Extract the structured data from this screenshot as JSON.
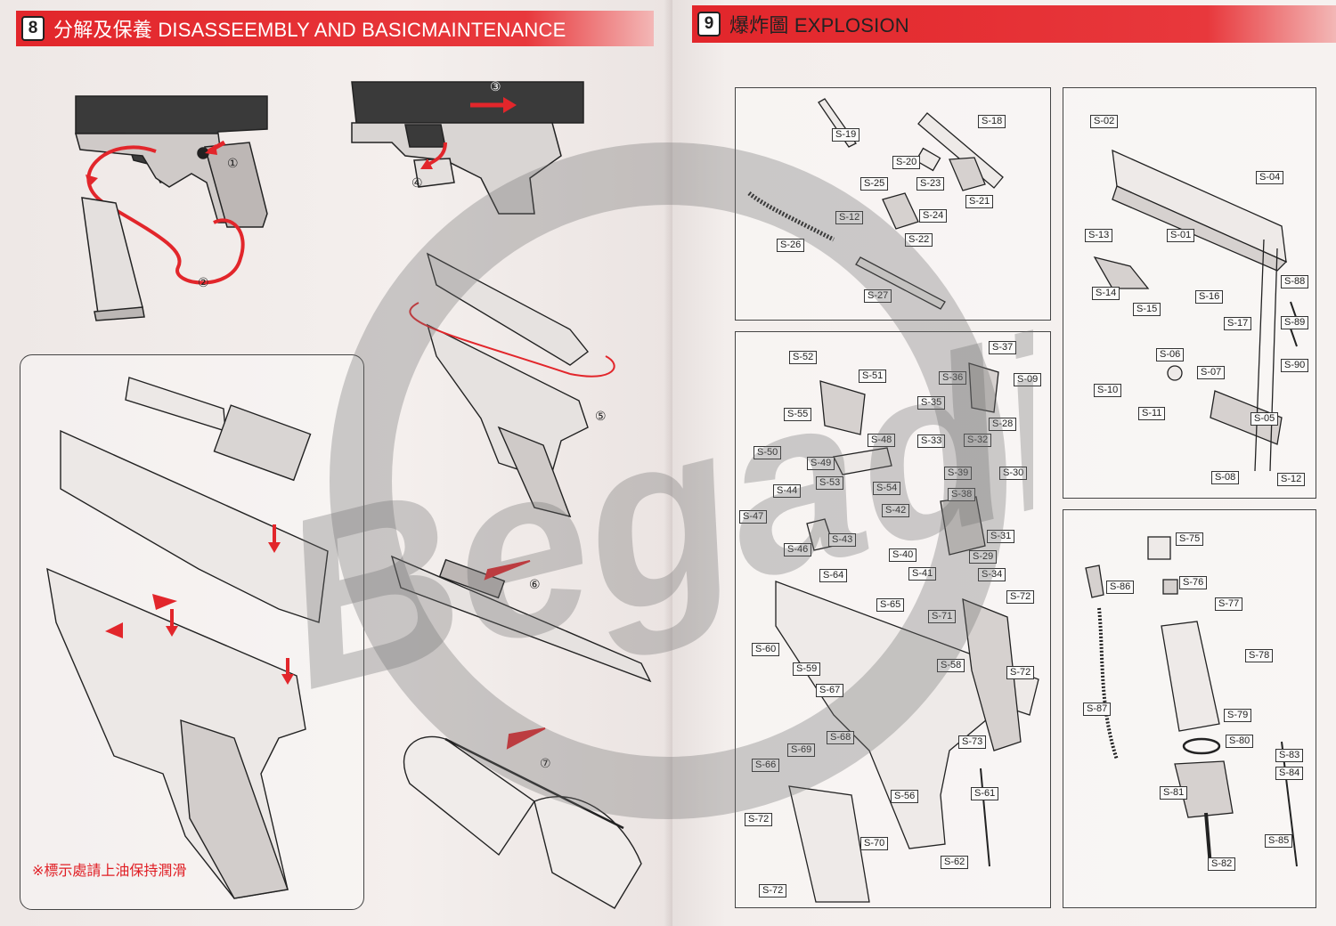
{
  "left_page": {
    "section_number": "8",
    "title": "分解及保養 DISASSEEMBLY AND BASICMAINTENANCE",
    "steps": [
      "①",
      "②",
      "③",
      "④",
      "⑤",
      "⑥",
      "⑦"
    ],
    "note": "※標示處請上油保持潤滑"
  },
  "right_page": {
    "section_number": "9",
    "title": "爆炸圖 EXPLOSION",
    "panels": {
      "barrel": [
        "S-18",
        "S-19",
        "S-20",
        "S-21",
        "S-22",
        "S-23",
        "S-24",
        "S-25",
        "S-12",
        "S-26",
        "S-27"
      ],
      "slide": [
        "S-02",
        "S-04",
        "S-01",
        "S-13",
        "S-14",
        "S-15",
        "S-16",
        "S-17",
        "S-88",
        "S-89",
        "S-90",
        "S-06",
        "S-07",
        "S-10",
        "S-11",
        "S-05",
        "S-08",
        "S-12"
      ],
      "frame": [
        "S-52",
        "S-51",
        "S-37",
        "S-36",
        "S-09",
        "S-55",
        "S-35",
        "S-28",
        "S-50",
        "S-48",
        "S-33",
        "S-32",
        "S-49",
        "S-39",
        "S-30",
        "S-53",
        "S-54",
        "S-38",
        "S-44",
        "S-47",
        "S-42",
        "S-43",
        "S-31",
        "S-46",
        "S-40",
        "S-29",
        "S-41",
        "S-34",
        "S-64",
        "S-65",
        "S-72",
        "S-71",
        "S-60",
        "S-59",
        "S-58",
        "S-72",
        "S-67",
        "S-68",
        "S-73",
        "S-69",
        "S-66",
        "S-56",
        "S-61",
        "S-72",
        "S-70",
        "S-62",
        "S-72"
      ],
      "magazine": [
        "S-75",
        "S-76",
        "S-86",
        "S-77",
        "S-78",
        "S-87",
        "S-79",
        "S-80",
        "S-83",
        "S-84",
        "S-81",
        "S-85",
        "S-82"
      ]
    }
  },
  "watermark": "Begadi",
  "colors": {
    "accent_red": "#e2262b",
    "ink": "#222222",
    "paper": "#f3eeec"
  }
}
